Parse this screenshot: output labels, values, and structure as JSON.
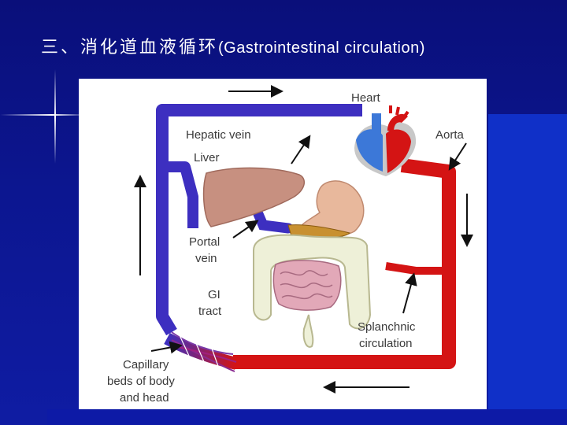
{
  "title": {
    "cn": "三、消化道血液循环",
    "en": "(Gastrointestinal circulation)"
  },
  "labels": {
    "heart": "Heart",
    "hepatic_vein": "Hepatic vein",
    "liver": "Liver",
    "aorta": "Aorta",
    "portal": "Portal",
    "vein": "vein",
    "gi": "GI",
    "tract": "tract",
    "splanchnic": "Splanchnic",
    "circulation": "circulation",
    "capillary": "Capillary",
    "beds": "beds of body",
    "and_head": "and head"
  },
  "colors": {
    "venous": "#3d2fc0",
    "arterial": "#d41414",
    "background": "#0c1690"
  }
}
